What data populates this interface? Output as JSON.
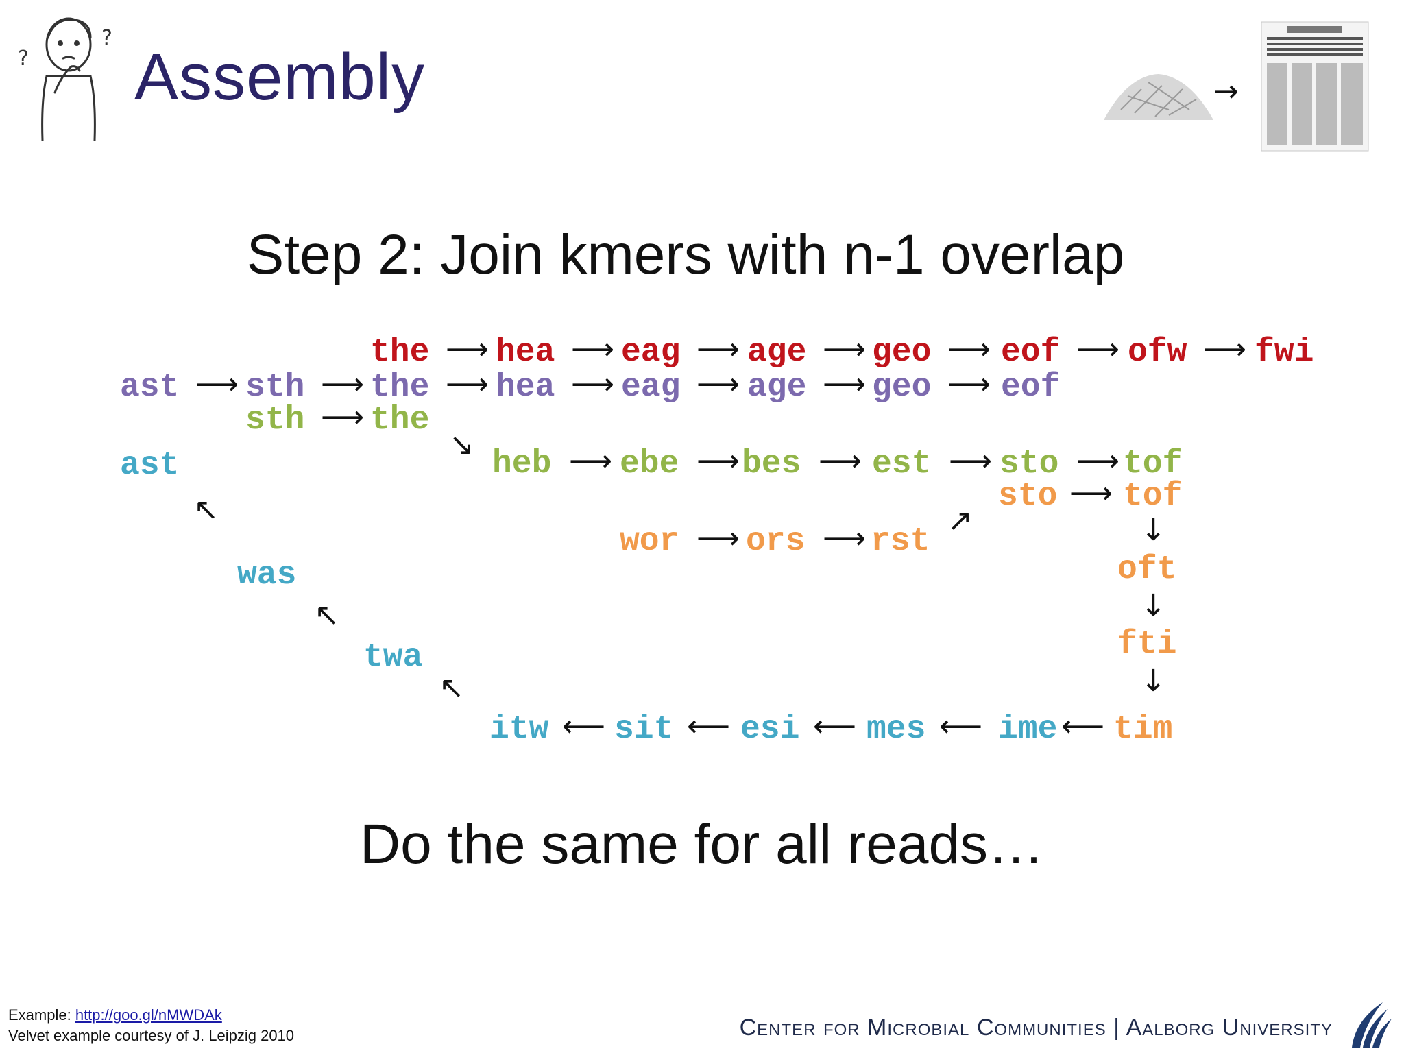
{
  "title": "Assembly",
  "subtitle": "Step 2: Join kmers with n-1 overlap",
  "closing": "Do the same for all reads…",
  "footer": {
    "example_label": "Example: ",
    "example_link": "http://goo.gl/nMWDAk",
    "credit": "Velvet example courtesy of J. Leipzig 2010",
    "org": "Center for Microbial Communities | Aalborg University"
  },
  "colors": {
    "red": "#c0141b",
    "purple": "#7c6aae",
    "green": "#92b549",
    "orange": "#f19a4a",
    "teal": "#44a8c6",
    "title": "#2b2467"
  },
  "rows": {
    "red": [
      "the",
      "hea",
      "eag",
      "age",
      "geo",
      "eof",
      "ofw",
      "fwi"
    ],
    "purple": [
      "ast",
      "sth",
      "the",
      "hea",
      "eag",
      "age",
      "geo",
      "eof"
    ],
    "green_top": [
      "sth",
      "the"
    ],
    "green": [
      "heb",
      "ebe",
      "bes",
      "est",
      "sto",
      "tof"
    ],
    "orange_top": [
      "sto",
      "tof"
    ],
    "orange_mid": [
      "wor",
      "ors",
      "rst"
    ],
    "orange_down": [
      "oft",
      "fti"
    ],
    "teal_bottom": [
      "itw",
      "sit",
      "esi",
      "mes",
      "ime"
    ],
    "orange_tail": "tim",
    "teal_up": [
      "twa",
      "was",
      "ast"
    ]
  },
  "icons": {
    "thinker": "thinking-person-icon",
    "shredded": "shredded-paper-icon",
    "newspaper": "newspaper-icon",
    "logo": "aalborg-university-logo-icon"
  }
}
